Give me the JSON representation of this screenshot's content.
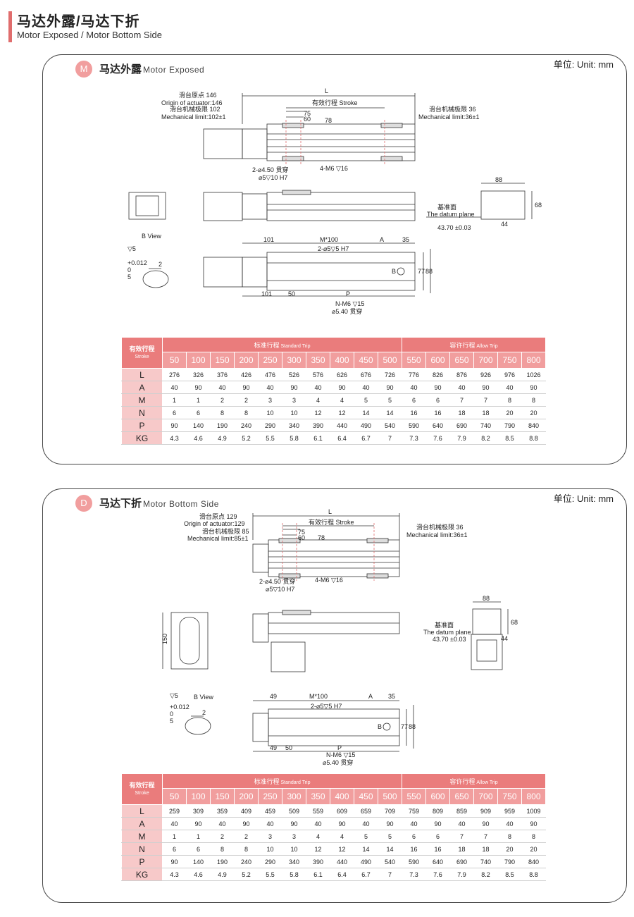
{
  "header": {
    "title": "马达外露/马达下折",
    "subtitle": "Motor Exposed / Motor Bottom Side"
  },
  "sections": [
    {
      "badge": "M",
      "title_cn": "马达外露",
      "title_en": "Motor Exposed",
      "unit": "单位: Unit: mm",
      "drawing": {
        "L": "L",
        "origin_cn": "滑台原点 146",
        "origin_en": "Origin of actuator:146",
        "mech_left_cn": "滑台机械极限 102",
        "mech_left_en": "Mechanical limit:102±1",
        "stroke": "有效行程 Stroke",
        "d75": "75",
        "d60": "60",
        "d78": "78",
        "mech_right_cn": "滑台机械极限 36",
        "mech_right_en": "Mechanical limit:36±1",
        "hole1": "2-⌀4.50 贯穿",
        "hole2": "⌀5▽10 H7",
        "screw": "4-M6 ▽16",
        "d88": "88",
        "d68": "68",
        "d44": "44",
        "datum_cn": "基准面",
        "datum_en": "The datum plane",
        "datum_val": "43.70 ±0.03",
        "bview": "B View",
        "tol": "+0.012",
        "tol0": "0",
        "five": "5",
        "depth5": "▽5",
        "two": "2",
        "d_left": "101",
        "m100": "M*100",
        "a": "A",
        "d35": "35",
        "hole3": "2-⌀5▽5 H7",
        "b": "B",
        "d77": "77",
        "d88b": "88",
        "d_left2": "101",
        "d50": "50",
        "p": "P",
        "nm6": "N-M6 ▽15",
        "thru": "⌀5.40 贯穿"
      },
      "table": {
        "corner_cn": "有效行程",
        "corner_en": "Stroke",
        "std_cn": "标准行程",
        "std_en": "Standard Trip",
        "allow_cn": "容许行程",
        "allow_en": "Allow Trip",
        "strokes": [
          "50",
          "100",
          "150",
          "200",
          "250",
          "300",
          "350",
          "400",
          "450",
          "500",
          "550",
          "600",
          "650",
          "700",
          "750",
          "800"
        ],
        "rows": [
          {
            "label": "L",
            "values": [
              "276",
              "326",
              "376",
              "426",
              "476",
              "526",
              "576",
              "626",
              "676",
              "726",
              "776",
              "826",
              "876",
              "926",
              "976",
              "1026"
            ]
          },
          {
            "label": "A",
            "values": [
              "40",
              "90",
              "40",
              "90",
              "40",
              "90",
              "40",
              "90",
              "40",
              "90",
              "40",
              "90",
              "40",
              "90",
              "40",
              "90"
            ]
          },
          {
            "label": "M",
            "values": [
              "1",
              "1",
              "2",
              "2",
              "3",
              "3",
              "4",
              "4",
              "5",
              "5",
              "6",
              "6",
              "7",
              "7",
              "8",
              "8"
            ]
          },
          {
            "label": "N",
            "values": [
              "6",
              "6",
              "8",
              "8",
              "10",
              "10",
              "12",
              "12",
              "14",
              "14",
              "16",
              "16",
              "18",
              "18",
              "20",
              "20"
            ]
          },
          {
            "label": "P",
            "values": [
              "90",
              "140",
              "190",
              "240",
              "290",
              "340",
              "390",
              "440",
              "490",
              "540",
              "590",
              "640",
              "690",
              "740",
              "790",
              "840"
            ]
          },
          {
            "label": "KG",
            "values": [
              "4.3",
              "4.6",
              "4.9",
              "5.2",
              "5.5",
              "5.8",
              "6.1",
              "6.4",
              "6.7",
              "7",
              "7.3",
              "7.6",
              "7.9",
              "8.2",
              "8.5",
              "8.8"
            ]
          }
        ]
      }
    },
    {
      "badge": "D",
      "title_cn": "马达下折",
      "title_en": "Motor Bottom Side",
      "unit": "单位: Unit: mm",
      "drawing": {
        "L": "L",
        "origin_cn": "滑台原点 129",
        "origin_en": "Origin of actuator:129",
        "mech_left_cn": "滑台机械极限 85",
        "mech_left_en": "Mechanical limit:85±1",
        "stroke": "有效行程 Stroke",
        "d75": "75",
        "d60": "60",
        "d78": "78",
        "mech_right_cn": "滑台机械极限 36",
        "mech_right_en": "Mechanical limit:36±1",
        "hole1": "2-⌀4.50 贯穿",
        "hole2": "⌀5▽10 H7",
        "screw": "4-M6 ▽16",
        "d88": "88",
        "d68": "68",
        "d44": "44",
        "datum_cn": "基准面",
        "datum_en": "The datum plane",
        "datum_val": "43.70 ±0.03",
        "d150": "150",
        "bview": "B View",
        "tol": "+0.012",
        "tol0": "0",
        "five": "5",
        "depth5": "▽5",
        "two": "2",
        "d_left": "49",
        "m100": "M*100",
        "a": "A",
        "d35": "35",
        "hole3": "2-⌀5▽5 H7",
        "b": "B",
        "d77": "77",
        "d88b": "88",
        "d_left2": "49",
        "d50": "50",
        "p": "P",
        "nm6": "N-M6 ▽15",
        "thru": "⌀5.40 贯穿"
      },
      "table": {
        "corner_cn": "有效行程",
        "corner_en": "Stroke",
        "std_cn": "标准行程",
        "std_en": "Standard Trip",
        "allow_cn": "容许行程",
        "allow_en": "Allow Trip",
        "strokes": [
          "50",
          "100",
          "150",
          "200",
          "250",
          "300",
          "350",
          "400",
          "450",
          "500",
          "550",
          "600",
          "650",
          "700",
          "750",
          "800"
        ],
        "rows": [
          {
            "label": "L",
            "values": [
              "259",
              "309",
              "359",
              "409",
              "459",
              "509",
              "559",
              "609",
              "659",
              "709",
              "759",
              "809",
              "859",
              "909",
              "959",
              "1009"
            ]
          },
          {
            "label": "A",
            "values": [
              "40",
              "90",
              "40",
              "90",
              "40",
              "90",
              "40",
              "90",
              "40",
              "90",
              "40",
              "90",
              "40",
              "90",
              "40",
              "90"
            ]
          },
          {
            "label": "M",
            "values": [
              "1",
              "1",
              "2",
              "2",
              "3",
              "3",
              "4",
              "4",
              "5",
              "5",
              "6",
              "6",
              "7",
              "7",
              "8",
              "8"
            ]
          },
          {
            "label": "N",
            "values": [
              "6",
              "6",
              "8",
              "8",
              "10",
              "10",
              "12",
              "12",
              "14",
              "14",
              "16",
              "16",
              "18",
              "18",
              "20",
              "20"
            ]
          },
          {
            "label": "P",
            "values": [
              "90",
              "140",
              "190",
              "240",
              "290",
              "340",
              "390",
              "440",
              "490",
              "540",
              "590",
              "640",
              "690",
              "740",
              "790",
              "840"
            ]
          },
          {
            "label": "KG",
            "values": [
              "4.3",
              "4.6",
              "4.9",
              "5.2",
              "5.5",
              "5.8",
              "6.1",
              "6.4",
              "6.7",
              "7",
              "7.3",
              "7.6",
              "7.9",
              "8.2",
              "8.5",
              "8.8"
            ]
          }
        ]
      }
    }
  ]
}
